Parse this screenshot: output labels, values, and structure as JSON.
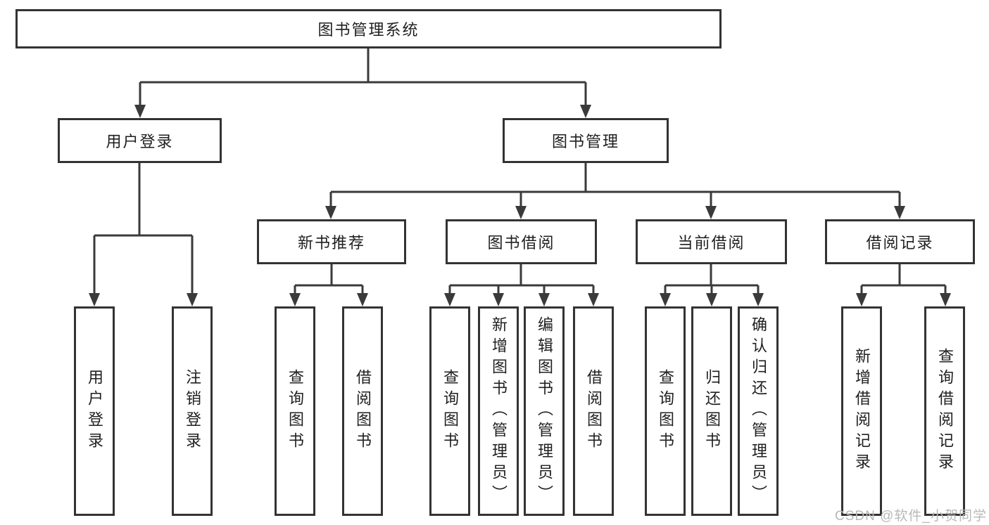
{
  "tree": {
    "root": {
      "label": "图书管理系统",
      "children": [
        {
          "label": "用户登录",
          "children": [
            {
              "label": "用户登录"
            },
            {
              "label": "注销登录"
            }
          ]
        },
        {
          "label": "图书管理",
          "children": [
            {
              "label": "新书推荐",
              "children": [
                {
                  "label": "查询图书"
                },
                {
                  "label": "借阅图书"
                }
              ]
            },
            {
              "label": "图书借阅",
              "children": [
                {
                  "label": "查询图书"
                },
                {
                  "label": "新增图书（管理员）"
                },
                {
                  "label": "编辑图书（管理员）"
                },
                {
                  "label": "借阅图书"
                }
              ]
            },
            {
              "label": "当前借阅",
              "children": [
                {
                  "label": "查询图书"
                },
                {
                  "label": "归还图书"
                },
                {
                  "label": "确认归还（管理员）"
                }
              ]
            },
            {
              "label": "借阅记录",
              "children": [
                {
                  "label": "新增借阅记录"
                },
                {
                  "label": "查询借阅记录"
                }
              ]
            }
          ]
        }
      ]
    }
  },
  "watermark": "CSDN @软件_小贺同学",
  "colors": {
    "line": "#3a3a3a",
    "box_border": "#333333",
    "text": "#1f1f1f",
    "watermark": "#b8b8b8",
    "background": "#ffffff"
  }
}
